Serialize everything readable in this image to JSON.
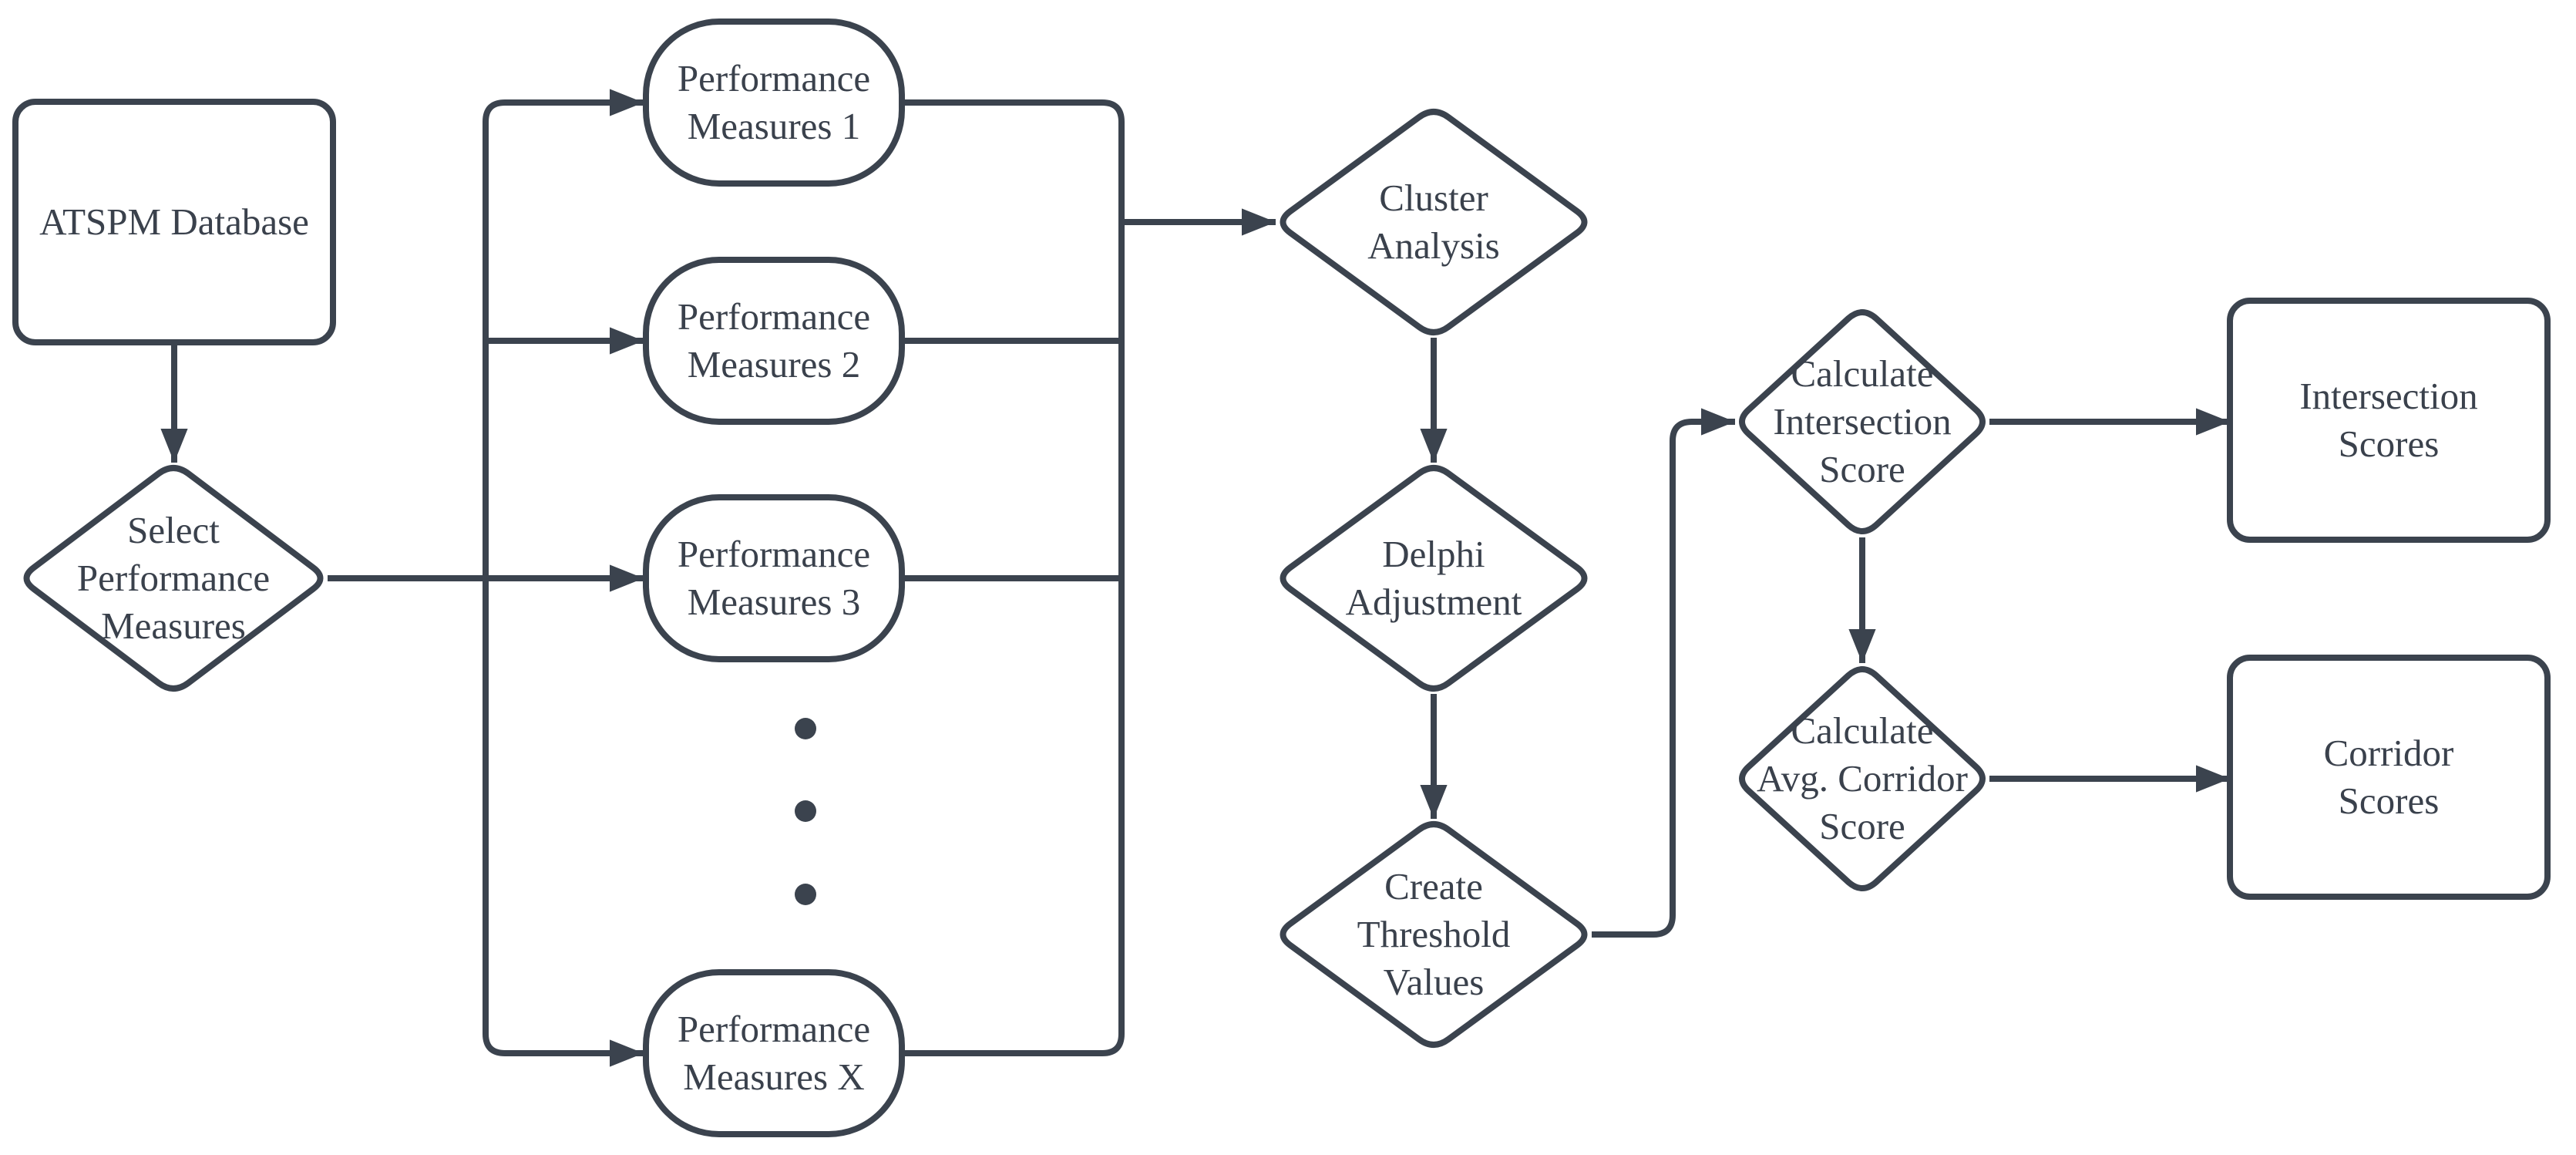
{
  "diagram": {
    "type": "flowchart",
    "background_color": "#ffffff",
    "stroke_color": "#3b434e",
    "text_color": "#3a414c",
    "nodes": {
      "atspm_database": {
        "shape": "rectangle",
        "label": "ATSPM Database"
      },
      "select_performance_measures": {
        "shape": "diamond",
        "label": "Select\nPerformance\nMeasures"
      },
      "performance_measures_1": {
        "shape": "stadium",
        "label": "Performance\nMeasures 1"
      },
      "performance_measures_2": {
        "shape": "stadium",
        "label": "Performance\nMeasures 2"
      },
      "performance_measures_3": {
        "shape": "stadium",
        "label": "Performance\nMeasures 3"
      },
      "ellipsis": {
        "shape": "vertical-dots",
        "dot_count": 3
      },
      "performance_measures_x": {
        "shape": "stadium",
        "label": "Performance\nMeasures X"
      },
      "cluster_analysis": {
        "shape": "diamond",
        "label": "Cluster\nAnalysis"
      },
      "delphi_adjustment": {
        "shape": "diamond",
        "label": "Delphi\nAdjustment"
      },
      "create_threshold_values": {
        "shape": "diamond",
        "label": "Create\nThreshold\nValues"
      },
      "calculate_intersection_score": {
        "shape": "diamond",
        "label": "Calculate\nIntersection\nScore"
      },
      "intersection_scores": {
        "shape": "rectangle",
        "label": "Intersection\nScores"
      },
      "calculate_avg_corridor_score": {
        "shape": "diamond",
        "label": "Calculate\nAvg. Corridor\nScore"
      },
      "corridor_scores": {
        "shape": "rectangle",
        "label": "Corridor\nScores"
      }
    },
    "edges": [
      {
        "from": "atspm_database",
        "to": "select_performance_measures",
        "arrow": true
      },
      {
        "from": "select_performance_measures",
        "to": "performance_measures_1",
        "arrow": true
      },
      {
        "from": "select_performance_measures",
        "to": "performance_measures_2",
        "arrow": true
      },
      {
        "from": "select_performance_measures",
        "to": "performance_measures_3",
        "arrow": true
      },
      {
        "from": "select_performance_measures",
        "to": "performance_measures_x",
        "arrow": true
      },
      {
        "from": "performance_measures_1",
        "to": "cluster_analysis",
        "arrow": true
      },
      {
        "from": "performance_measures_2",
        "to": "cluster_analysis",
        "arrow": true
      },
      {
        "from": "performance_measures_3",
        "to": "cluster_analysis",
        "arrow": true
      },
      {
        "from": "performance_measures_x",
        "to": "cluster_analysis",
        "arrow": true
      },
      {
        "from": "cluster_analysis",
        "to": "delphi_adjustment",
        "arrow": true
      },
      {
        "from": "delphi_adjustment",
        "to": "create_threshold_values",
        "arrow": true
      },
      {
        "from": "create_threshold_values",
        "to": "calculate_intersection_score",
        "arrow": true
      },
      {
        "from": "calculate_intersection_score",
        "to": "intersection_scores",
        "arrow": true
      },
      {
        "from": "calculate_intersection_score",
        "to": "calculate_avg_corridor_score",
        "arrow": true
      },
      {
        "from": "calculate_avg_corridor_score",
        "to": "corridor_scores",
        "arrow": true
      }
    ]
  }
}
